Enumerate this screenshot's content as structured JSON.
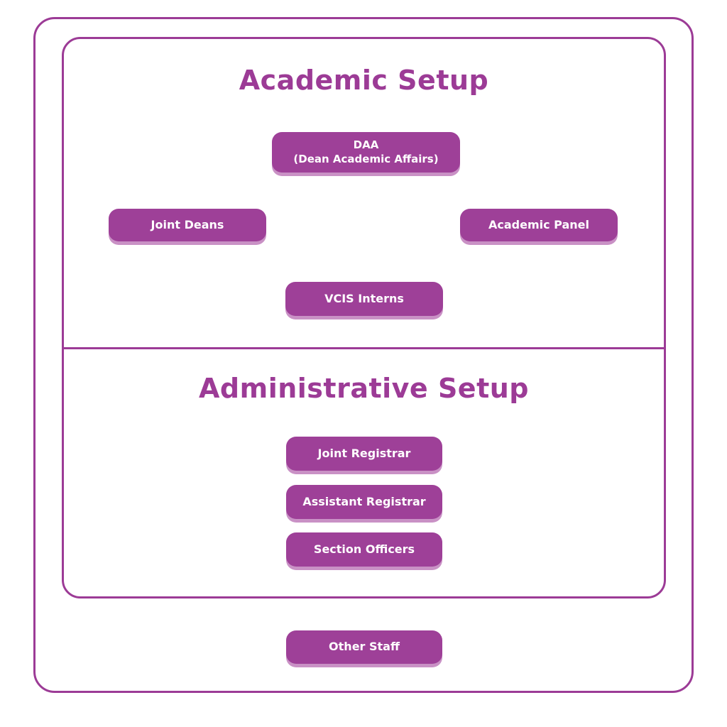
{
  "colors": {
    "accent": "#9c3b96",
    "box_fill": "#9e4098",
    "box_lip": "#c991c5",
    "box_text": "#ffffff",
    "background": "#ffffff"
  },
  "sections": {
    "academic": {
      "title": "Academic Setup",
      "boxes": {
        "daa": {
          "line1": "DAA",
          "line2": "(Dean Academic Affairs)"
        },
        "joint_deans": {
          "label": "Joint Deans"
        },
        "academic_panel": {
          "label": "Academic Panel"
        },
        "vcis_interns": {
          "label": "VCIS Interns"
        }
      }
    },
    "administrative": {
      "title": "Administrative Setup",
      "boxes": {
        "joint_registrar": {
          "label": "Joint Registrar"
        },
        "assistant_registrar": {
          "label": "Assistant Registrar"
        },
        "section_officers": {
          "label": "Section Officers"
        }
      }
    },
    "footer": {
      "boxes": {
        "other_staff": {
          "label": "Other Staff"
        }
      }
    }
  }
}
